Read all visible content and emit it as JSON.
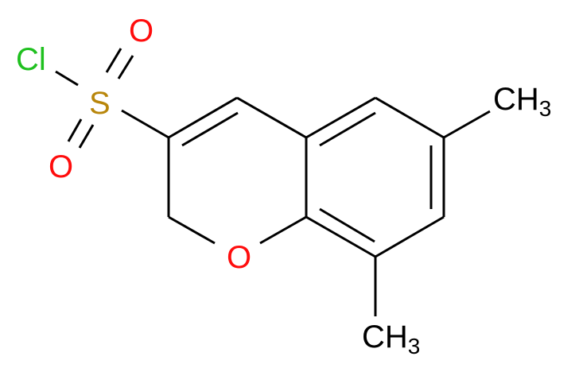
{
  "molecule": {
    "atoms": {
      "cl": {
        "label": "Cl",
        "color": "#1fc01f"
      },
      "s": {
        "label": "S",
        "color": "#b8860b"
      },
      "o_top": {
        "label": "O",
        "color": "#ff0d0d"
      },
      "o_bottom": {
        "label": "O",
        "color": "#ff0d0d"
      },
      "o_ring": {
        "label": "O",
        "color": "#ff0d0d"
      },
      "ch3_6": {
        "label": "CH",
        "sub": "3",
        "color": "#000000"
      },
      "ch3_8": {
        "label": "CH",
        "sub": "3",
        "color": "#000000"
      }
    },
    "bond_color": "#000000",
    "background": "#ffffff"
  }
}
